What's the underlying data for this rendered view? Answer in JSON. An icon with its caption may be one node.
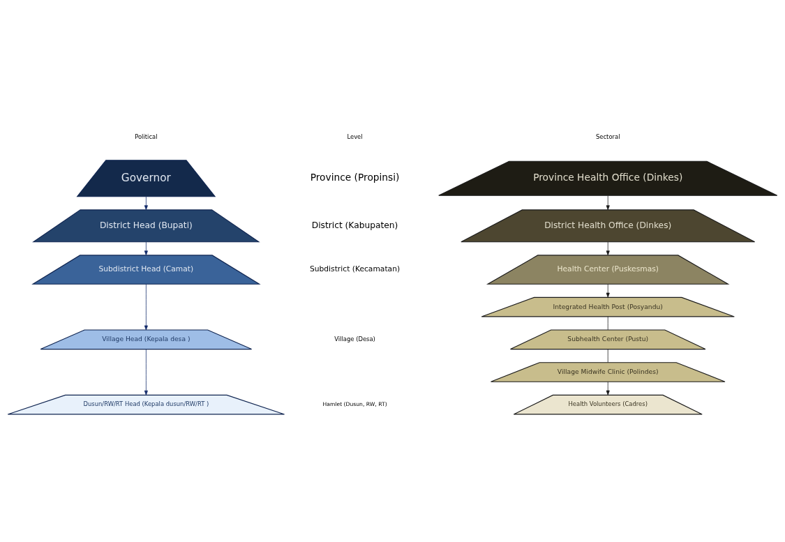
{
  "diagram": {
    "nodes": [
      {
        "text": [
          "Governor"
        ]
      },
      {
        "text": [
          "District Head (Bupati)"
        ]
      },
      {
        "text": [
          "Subdistrict Head (Camat)"
        ]
      },
      {
        "text": [
          "Village Head (Kepala desa )"
        ]
      },
      {
        "text": [
          "Dusun/RW/RT Head (Kepala dusun/RW/RT )"
        ]
      },
      {
        "text": [
          "Province Health Office (Dinkes)"
        ]
      },
      {
        "text": [
          "District Health Office (Dinkes)"
        ]
      },
      {
        "text": [
          "Health Center (Puskesmas)"
        ]
      },
      {
        "text": [
          "Integrated Health Post (Posyandu)"
        ]
      },
      {
        "text": [
          "Subhealth Center (Pustu)"
        ]
      },
      {
        "text": [
          "Village Midwife Clinic (Polindes)"
        ]
      },
      {
        "text": [
          "Health Volunteers (Cadres)"
        ]
      }
    ],
    "edges": [
      {
        "from": 0,
        "to": 1,
        "arrow": "to"
      },
      {
        "from": 1,
        "to": 2,
        "arrow": "to"
      },
      {
        "from": 2,
        "to": 3,
        "arrow": "to"
      },
      {
        "from": 3,
        "to": 4,
        "arrow": "to"
      },
      {
        "from": 5,
        "to": 6,
        "arrow": "to"
      },
      {
        "from": 6,
        "to": 7,
        "arrow": "to"
      },
      {
        "from": 7,
        "to": 8,
        "arrow": "to"
      },
      {
        "from": 8,
        "to": 9,
        "arrow": "none"
      },
      {
        "from": 9,
        "to": 10,
        "arrow": "none"
      },
      {
        "from": 10,
        "to": 11,
        "arrow": "to"
      }
    ],
    "labels": [
      "Political",
      "Level",
      "Sectoral",
      "Province (Propinsi)",
      "District (Kabupaten)",
      "Subdistrict (Kecamatan)",
      "Village (Desa)",
      "Hamlet (Dusun, RW, RT)"
    ]
  }
}
